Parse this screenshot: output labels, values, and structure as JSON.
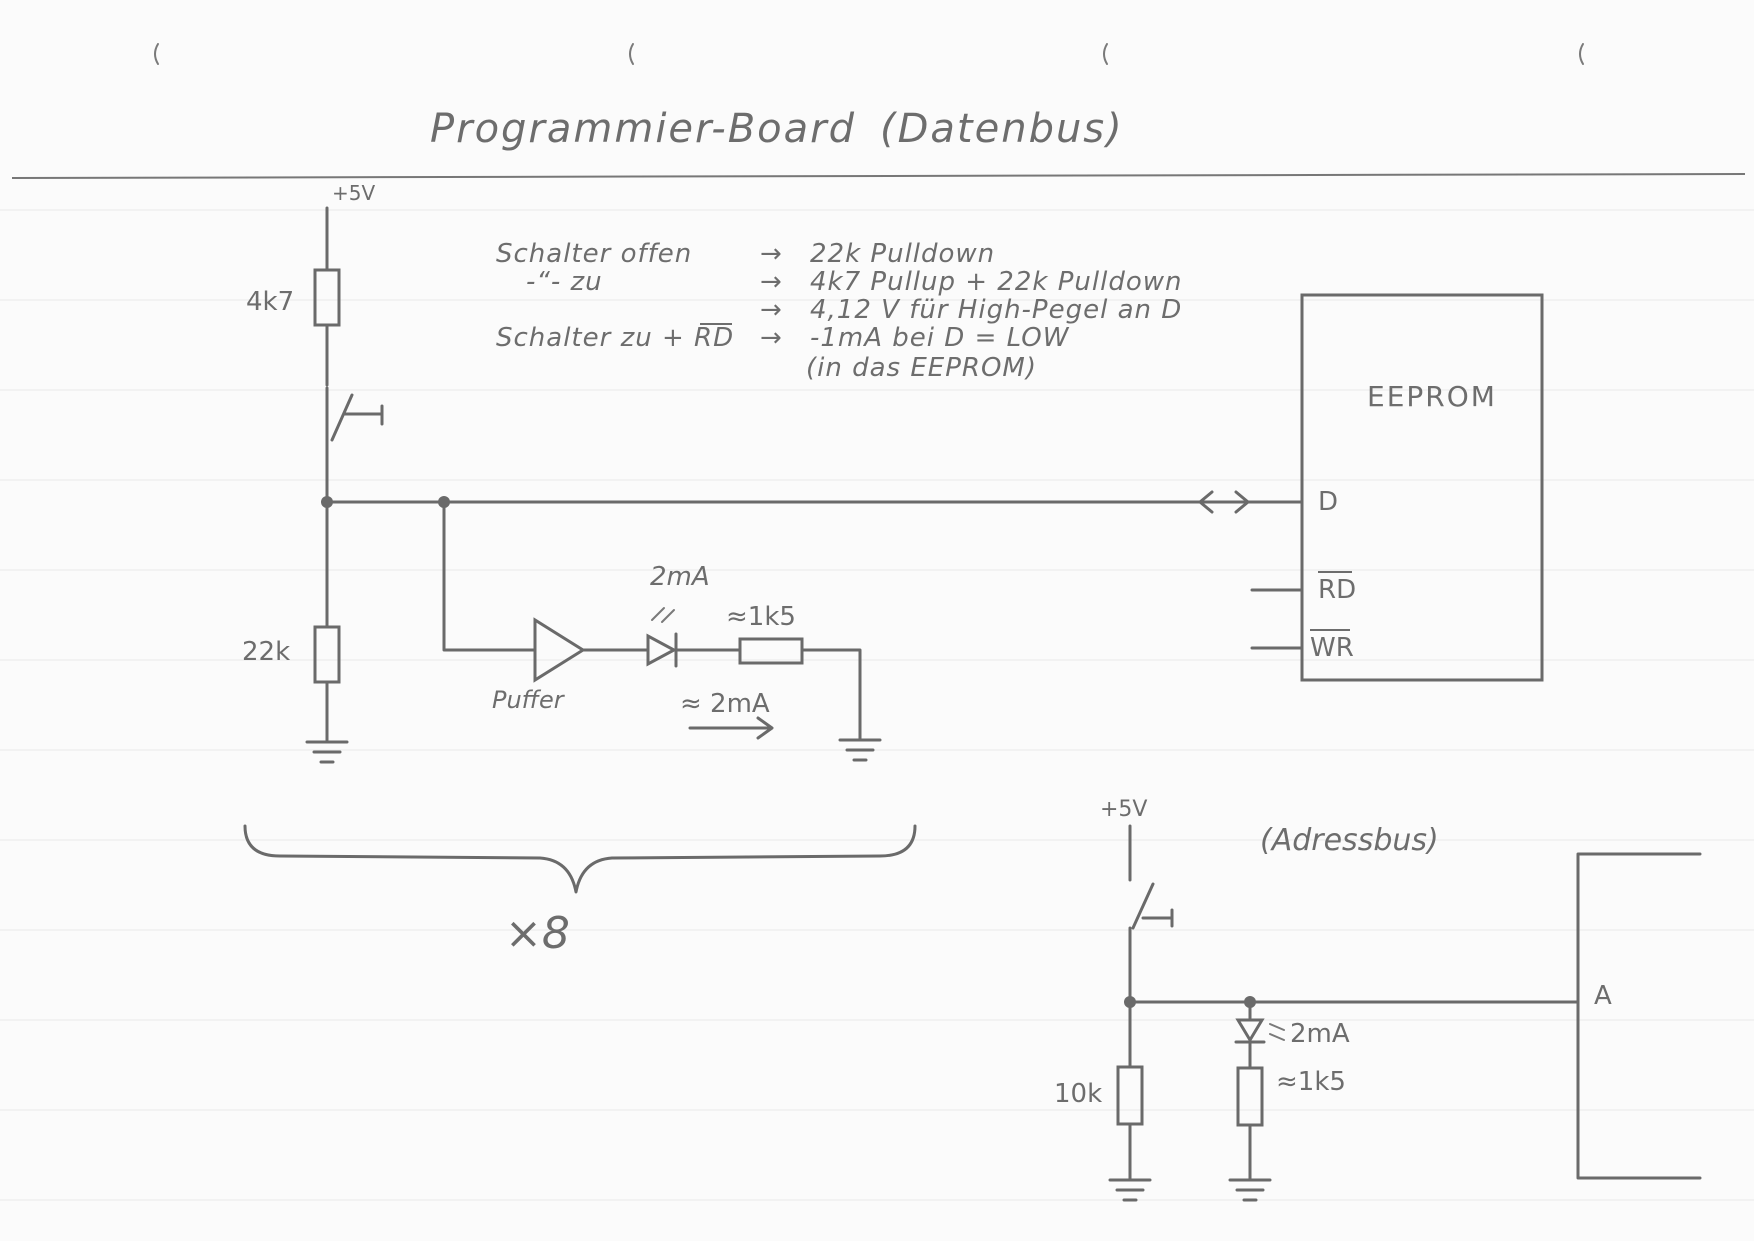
{
  "title": "Programmier-Board",
  "title_paren": "(Datenbus)",
  "supply_top": "+5V",
  "r_pullup": "4k7",
  "r_pulldown": "22k",
  "notes": [
    {
      "left": "Schalter offen",
      "arrow": "→",
      "right": "22k Pulldown"
    },
    {
      "left": "-“- zu",
      "arrow": "→",
      "right": "4k7 Pullup + 22k Pulldown"
    },
    {
      "left": "",
      "arrow": "→",
      "right": "4,12 V für High-Pegel an D"
    },
    {
      "left": "Schalter zu + RD",
      "arrow": "→",
      "right": "-1mA bei D = LOW"
    },
    {
      "left": "",
      "arrow": "",
      "right": "(in das EEPROM)"
    }
  ],
  "eeprom": {
    "label": "EEPROM",
    "pin_d": "D",
    "pin_rd": "RD",
    "pin_wr": "WR"
  },
  "buffer_label": "Puffer",
  "led_current": "2mA",
  "r_led": "≈1k5",
  "loop_current": "≈ 2mA",
  "multiplier": "×8",
  "addr": {
    "paren_label": "(Adressbus)",
    "supply": "+5V",
    "r_pulldown": "10k",
    "led_current": "2mA",
    "r_led": "≈1k5",
    "pin_a": "A"
  }
}
